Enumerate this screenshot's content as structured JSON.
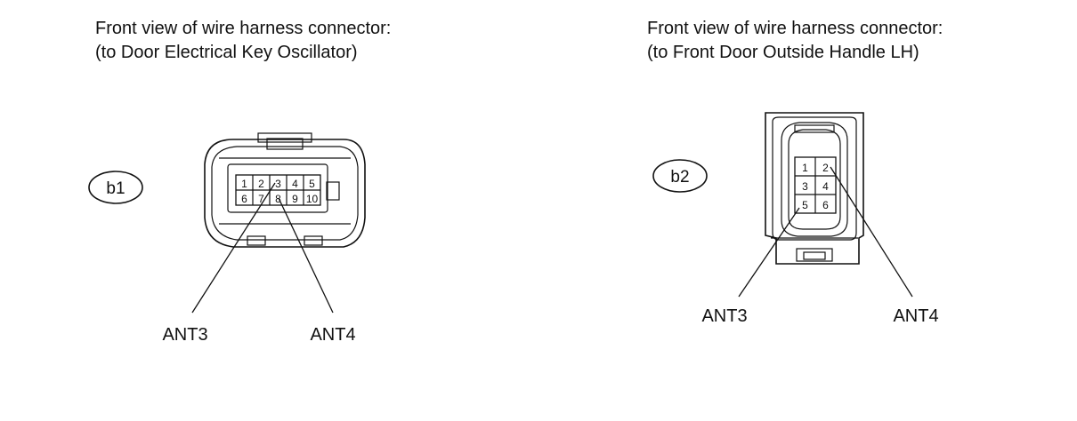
{
  "connector_b1": {
    "title_line1": "Front view of wire harness connector:",
    "title_line2": "(to Door Electrical Key Oscillator)",
    "tag": "b1",
    "pins_row1": [
      "1",
      "2",
      "3",
      "4",
      "5"
    ],
    "pins_row2": [
      "6",
      "7",
      "8",
      "9",
      "10"
    ],
    "callout_left": "ANT3",
    "callout_right": "ANT4"
  },
  "connector_b2": {
    "title_line1": "Front view of wire harness connector:",
    "title_line2": "(to Front Door Outside Handle LH)",
    "tag": "b2",
    "pins": [
      [
        "1",
        "2"
      ],
      [
        "3",
        "4"
      ],
      [
        "5",
        "6"
      ]
    ],
    "callout_left": "ANT3",
    "callout_right": "ANT4"
  }
}
